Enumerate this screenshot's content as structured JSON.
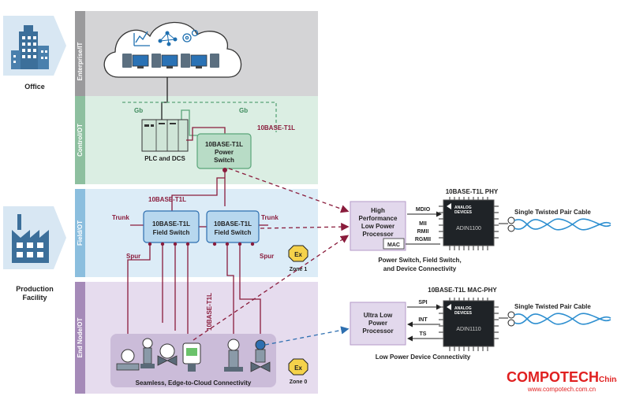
{
  "left": {
    "office": "Office",
    "production": [
      "Production",
      "Facility"
    ]
  },
  "tiers": {
    "enterprise": "Enterprise/IT",
    "control": "Control/OT",
    "field": "Field/OT",
    "end": "End Node/OT"
  },
  "control": {
    "gb_left": "Gb",
    "gb_right": "Gb",
    "plc": "PLC and DCS",
    "t1l_label": "10BASE-T1L",
    "power_switch": [
      "10BASE-T1L",
      "Power",
      "Switch"
    ]
  },
  "field": {
    "t1l_label": "10BASE-T1L",
    "trunk_left": "Trunk",
    "trunk_right": "Trunk",
    "switch1": [
      "10BASE-T1L",
      "Field Switch"
    ],
    "switch2": [
      "10BASE-T1L",
      "Field Switch"
    ],
    "spur_left": "Spur",
    "spur_right": "Spur",
    "zone1": "Zone 1",
    "ex": "Ex"
  },
  "end": {
    "t1l_vertical": "10BASE-T1L",
    "caption": "Seamless, Edge-to-Cloud Connectivity",
    "zone0": "Zone 0",
    "ex": "Ex"
  },
  "right_top": {
    "title": "10BASE-T1L PHY",
    "processor": [
      "High",
      "Performance",
      "Low Power",
      "Processor"
    ],
    "mac": "MAC",
    "mdio": "MDIO",
    "mii": [
      "MII",
      "RMII",
      "RGMII"
    ],
    "chip_brand": [
      "ANALOG",
      "DEVICES"
    ],
    "chip_name": "ADIN1100",
    "cable": "Single Twisted Pair Cable",
    "caption": [
      "Power Switch, Field Switch,",
      "and Device Connectivity"
    ]
  },
  "right_bottom": {
    "title": "10BASE-T1L MAC-PHY",
    "processor": [
      "Ultra Low",
      "Power",
      "Processor"
    ],
    "spi": "SPI",
    "int": "INT",
    "ts": "TS",
    "chip_brand": [
      "ANALOG",
      "DEVICES"
    ],
    "chip_name": "ADIN1110",
    "cable": "Single Twisted Pair Cable",
    "caption": "Low Power Device Connectivity"
  },
  "watermark": {
    "brand": "COMPOTECH",
    "suffix": "China",
    "url": "www.compotech.com.cn"
  },
  "colors": {
    "enterprise_band": "#d4d4d6",
    "control_band": "#dbeee3",
    "field_band": "#dcecf7",
    "end_band": "#e6dcee",
    "label_gray": "#9a9a9c",
    "label_green": "#8dbf9f",
    "label_blue": "#8bbede",
    "label_purple": "#a58ab8",
    "maroon": "#8a1c3c",
    "green": "#5aa579",
    "watermark_red": "#e02020",
    "cable_blue": "#2e8fd0"
  }
}
